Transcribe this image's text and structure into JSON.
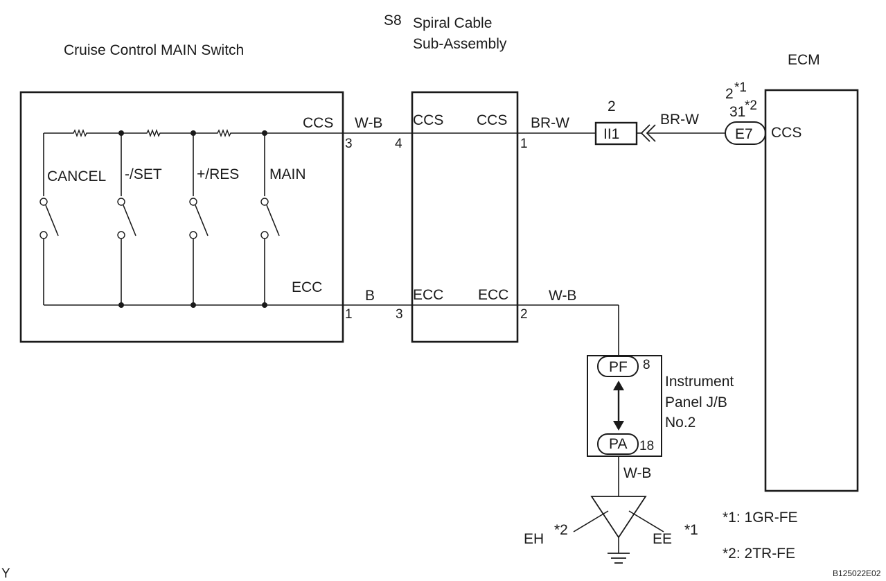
{
  "diagram": {
    "switch": {
      "title": "Cruise Control MAIN Switch",
      "switches": [
        "CANCEL",
        "-/SET",
        "+/RES",
        "MAIN"
      ],
      "terminal_ccs": "CCS",
      "terminal_ecc": "ECC",
      "pin_ccs": "3",
      "pin_ecc": "1"
    },
    "spiral": {
      "code": "S8",
      "title_line1": "Spiral Cable",
      "title_line2": "Sub-Assembly",
      "left_ccs": "CCS",
      "right_ccs": "CCS",
      "left_ecc": "ECC",
      "right_ecc": "ECC",
      "pin_left_ccs": "4",
      "pin_right_ccs": "1",
      "pin_left_ecc": "3",
      "pin_right_ecc": "2"
    },
    "wires": {
      "w1": "W-B",
      "w2": "BR-W",
      "w3": "BR-W",
      "w4": "B",
      "w5": "W-B",
      "w6": "W-B"
    },
    "connector_ii1": {
      "label": "II1",
      "pin": "2"
    },
    "ecm": {
      "title": "ECM",
      "connector": "E7",
      "terminal": "CCS",
      "pin1": "2",
      "pin1_note": "*1",
      "pin2": "31",
      "pin2_note": "*2"
    },
    "junction_block": {
      "line1": "Instrument",
      "line2": "Panel J/B",
      "line3": "No.2",
      "top_connector": "PF",
      "top_pin": "8",
      "bottom_connector": "PA",
      "bottom_pin": "18"
    },
    "ground": {
      "left_label": "EH",
      "left_note": "*2",
      "right_label": "EE",
      "right_note": "*1"
    },
    "notes": [
      "*1: 1GR-FE",
      "*2: 2TR-FE"
    ],
    "corner_mark": "Y",
    "figure_id": "B125022E02"
  }
}
